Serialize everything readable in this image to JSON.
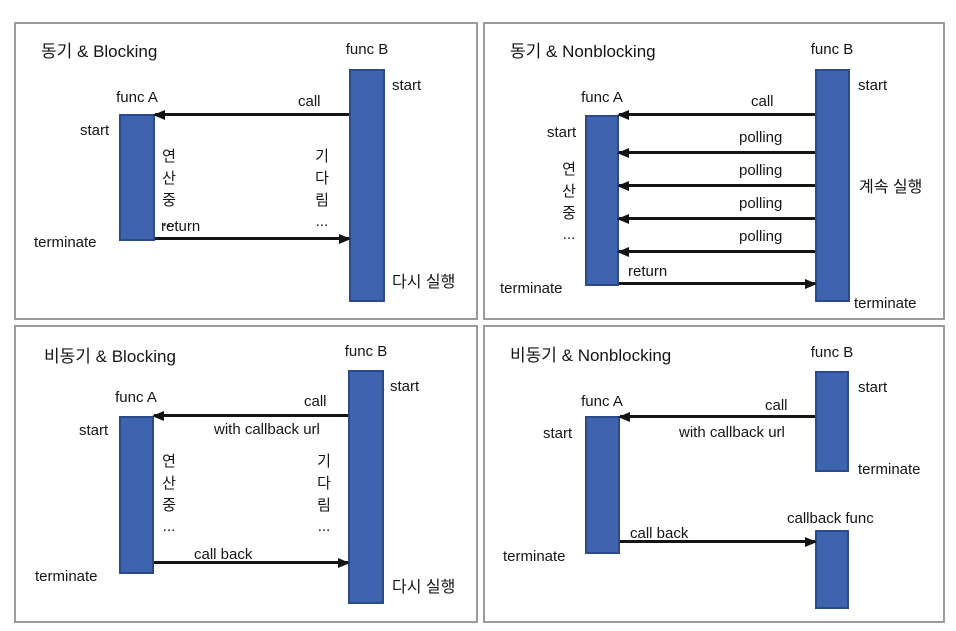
{
  "colors": {
    "bar_fill": "#3e64af",
    "bar_border": "#2a4a8c",
    "panel_border": "#9b9b9b",
    "arrow": "#141414",
    "text": "#151515",
    "background": "#ffffff"
  },
  "panels": [
    {
      "title": "동기 & Blocking",
      "func_a": {
        "name": "func A",
        "start": "start",
        "terminate": "terminate",
        "state": "연\n산\n중\n..."
      },
      "func_b": {
        "name": "func B",
        "start": "start",
        "state": "기\n다\n림\n...",
        "resume": "다시 실행"
      },
      "labels": {
        "call": "call",
        "return": "return"
      }
    },
    {
      "title": "동기 & Nonblocking",
      "func_a": {
        "name": "func A",
        "start": "start",
        "terminate": "terminate",
        "state": "연\n산\n중\n..."
      },
      "func_b": {
        "name": "func B",
        "start": "start",
        "terminate": "terminate",
        "running": "계속 실행"
      },
      "labels": {
        "call": "call",
        "polling": "polling",
        "return": "return"
      }
    },
    {
      "title": "비동기 & Blocking",
      "func_a": {
        "name": "func A",
        "start": "start",
        "terminate": "terminate",
        "state": "연\n산\n중\n..."
      },
      "func_b": {
        "name": "func B",
        "start": "start",
        "state": "기\n다\n림\n...",
        "resume": "다시 실행"
      },
      "labels": {
        "call": "call",
        "call_detail": "with callback url",
        "callback": "call back"
      }
    },
    {
      "title": "비동기 & Nonblocking",
      "func_a": {
        "name": "func A",
        "start": "start",
        "terminate": "terminate"
      },
      "func_b": {
        "name": "func B",
        "start": "start",
        "terminate": "terminate"
      },
      "callback_func": {
        "name": "callback func"
      },
      "labels": {
        "call": "call",
        "call_detail": "with callback url",
        "callback": "call back"
      }
    }
  ]
}
